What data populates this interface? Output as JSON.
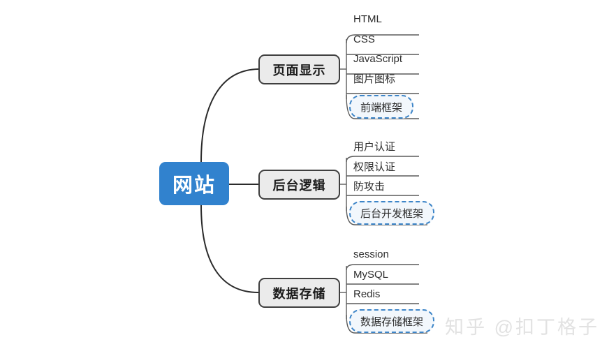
{
  "diagram": {
    "type": "mindmap",
    "background_color": "#ffffff",
    "root": {
      "label": "网站",
      "fill_color": "#3182ce",
      "text_color": "#ffffff"
    },
    "branch_style": {
      "fill_color": "#ebebeb",
      "border_color": "#3f3f3f"
    },
    "highlight_style": {
      "border_color": "#3d85c8",
      "fill_color": "#f2f7fc",
      "border_kind": "dashed"
    },
    "branches": [
      {
        "label": "页面显示",
        "leaves": [
          {
            "label": "HTML",
            "boxed": false
          },
          {
            "label": "CSS",
            "boxed": false
          },
          {
            "label": "JavaScript",
            "boxed": false
          },
          {
            "label": "图片图标",
            "boxed": false
          },
          {
            "label": "前端框架",
            "boxed": true
          }
        ]
      },
      {
        "label": "后台逻辑",
        "leaves": [
          {
            "label": "用户认证",
            "boxed": false
          },
          {
            "label": "权限认证",
            "boxed": false
          },
          {
            "label": "防攻击",
            "boxed": false
          },
          {
            "label": "后台开发框架",
            "boxed": true
          }
        ]
      },
      {
        "label": "数据存储",
        "leaves": [
          {
            "label": "session",
            "boxed": false
          },
          {
            "label": "MySQL",
            "boxed": false
          },
          {
            "label": "Redis",
            "boxed": false
          },
          {
            "label": "数据存储框架",
            "boxed": true
          }
        ]
      }
    ]
  },
  "watermark": {
    "text": "知乎 @扣丁格子"
  }
}
